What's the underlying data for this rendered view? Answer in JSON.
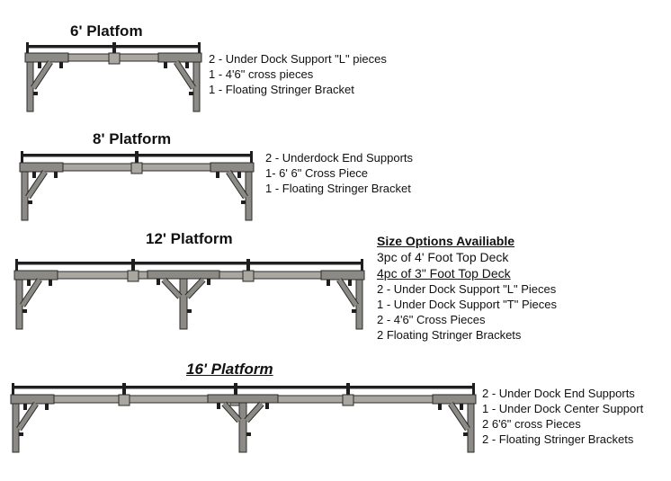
{
  "colors": {
    "beam": "#8c8a84",
    "beam_light": "#a9a7a0",
    "outline": "#2b2b2b",
    "rail": "#1e1e1e",
    "text": "#111111"
  },
  "platforms": [
    {
      "title": "6' Platfom",
      "parts": [
        "2 - Under Dock Support \"L\" pieces",
        "1 - 4'6\" cross pieces",
        "1 - Floating Stringer Bracket"
      ]
    },
    {
      "title": "8' Platform",
      "parts": [
        "2 - Underdock End Supports",
        "1- 6' 6\" Cross Piece",
        "1 - Floating Stringer Bracket"
      ]
    },
    {
      "title": "12' Platform",
      "size_options_heading": "Size Options Availiable",
      "size_options": [
        "3pc of 4' Foot Top Deck",
        "4pc of 3\" Foot Top Deck"
      ],
      "parts": [
        "2 - Under Dock Support \"L\" Pieces",
        "1 - Under Dock Support \"T\" Pieces",
        "2 - 4'6\" Cross Pieces",
        "2 Floating Stringer Brackets"
      ]
    },
    {
      "title": "16' Platform",
      "parts": [
        "2 - Under Dock End Supports",
        "1 - Under Dock Center Support",
        "2 6'6\" cross Pieces",
        "2 - Floating Stringer Brackets"
      ]
    }
  ]
}
